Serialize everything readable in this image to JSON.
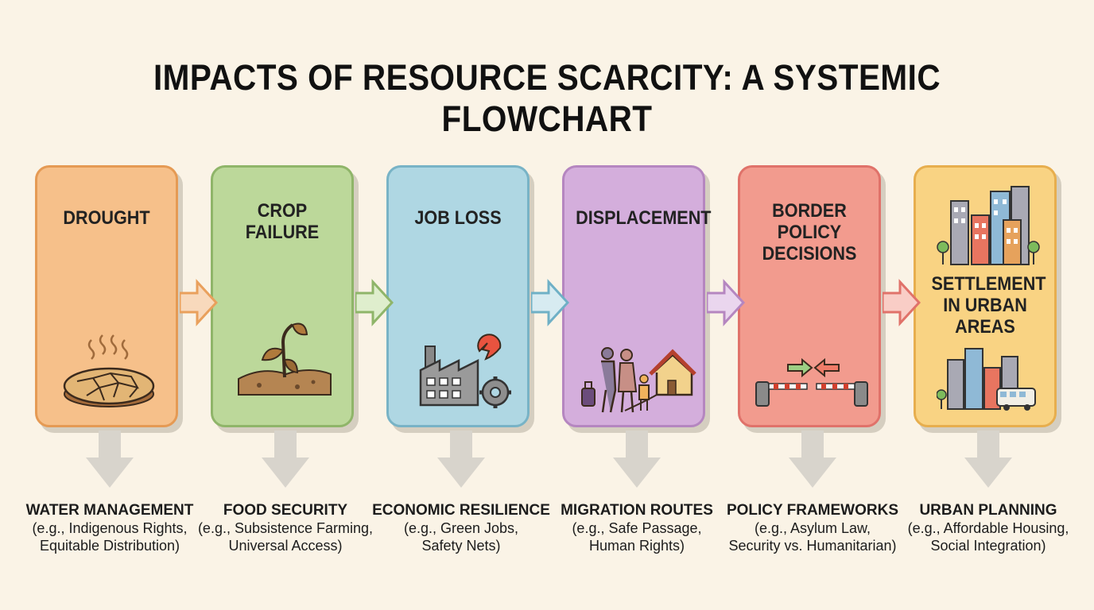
{
  "title": "IMPACTS OF RESOURCE SCARCITY: A SYSTEMIC FLOWCHART",
  "stages": [
    {
      "label": "DROUGHT",
      "fill": "#f6c08a",
      "border": "#e59a54",
      "icon": "cracked-earth-icon",
      "outcome": {
        "head": "WATER MANAGEMENT",
        "line1": "(e.g., Indigenous Rights,",
        "line2": "Equitable Distribution)"
      }
    },
    {
      "label": "CROP FAILURE",
      "fill": "#bcd89a",
      "border": "#8fb569",
      "icon": "wilting-plant-icon",
      "outcome": {
        "head": "FOOD SECURITY",
        "line1": "(e.g., Subsistence Farming,",
        "line2": "Universal Access)"
      }
    },
    {
      "label": "JOB LOSS",
      "fill": "#afd7e3",
      "border": "#78b3c6",
      "icon": "factory-broken-heart-icon",
      "outcome": {
        "head": "ECONOMIC RESILIENCE",
        "line1": "(e.g., Green Jobs,",
        "line2": "Safety Nets)"
      }
    },
    {
      "label": "DISPLACEMENT",
      "fill": "#d4aedc",
      "border": "#b586c0",
      "icon": "family-leaving-home-icon",
      "outcome": {
        "head": "MIGRATION ROUTES",
        "line1": "(e.g., Safe Passage,",
        "line2": "Human Rights)"
      }
    },
    {
      "label": "BORDER POLICY DECISIONS",
      "fill": "#f29b8e",
      "border": "#e0726a",
      "icon": "border-barrier-icon",
      "outcome": {
        "head": "POLICY FRAMEWORKS",
        "line1": "(e.g., Asylum Law,",
        "line2": "Security vs. Humanitarian)"
      }
    },
    {
      "label": "SETTLEMENT IN URBAN AREAS",
      "fill": "#f9d383",
      "border": "#e7ae4e",
      "icon": "city-skyline-icon",
      "outcome": {
        "head": "URBAN PLANNING",
        "line1": "(e.g., Affordable Housing,",
        "line2": "Social Integration)"
      }
    }
  ],
  "arrow_colors": [
    "#e9a05c",
    "#8fb569",
    "#6fb0c6",
    "#b586c0",
    "#e0726a"
  ],
  "down_arrow_color": "#d8d4cc"
}
